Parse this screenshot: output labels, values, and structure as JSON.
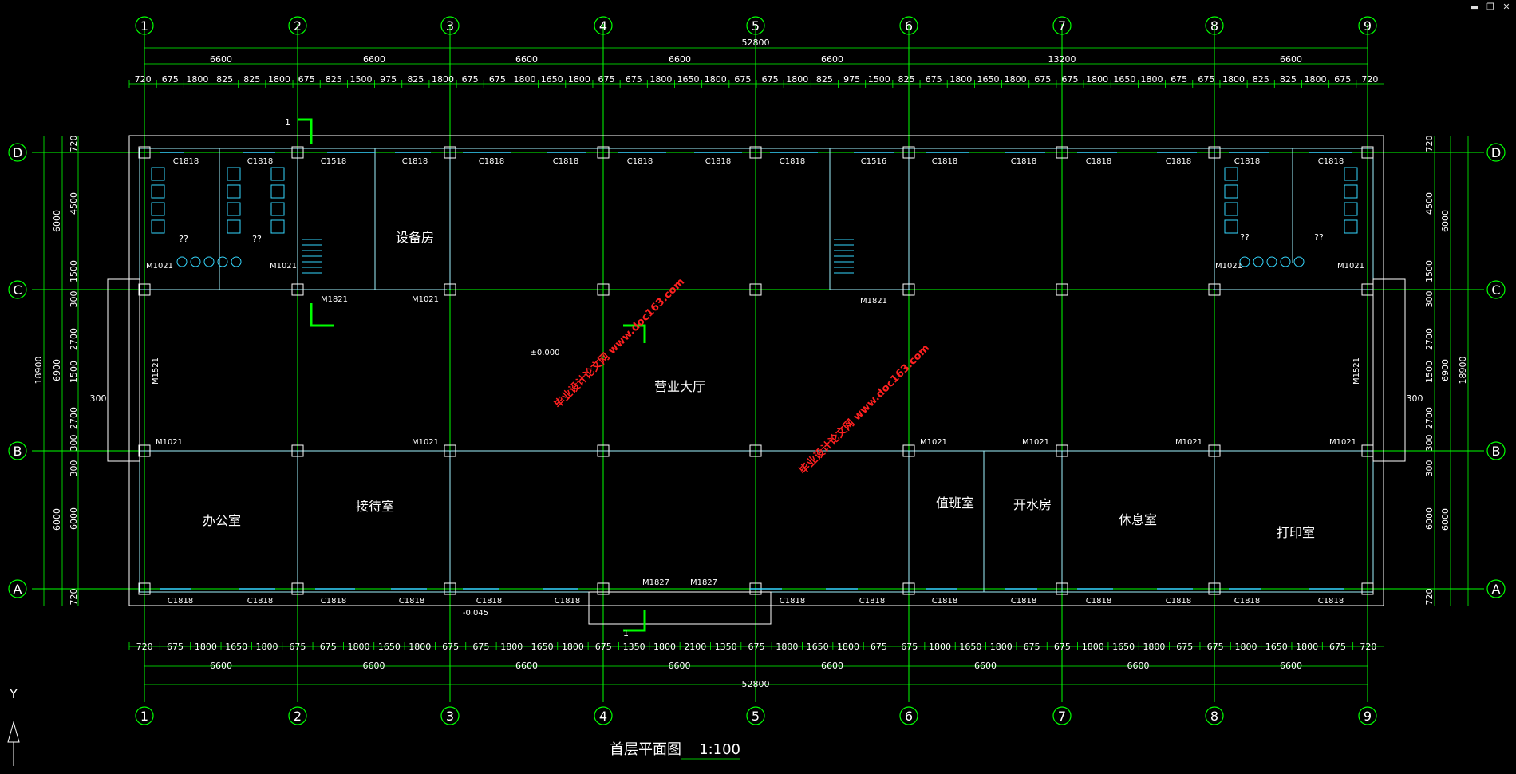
{
  "window_controls": {
    "minimize": "▬",
    "restore": "❐",
    "close": "✕"
  },
  "axes_x": [
    "1",
    "2",
    "3",
    "4",
    "5",
    "6",
    "7",
    "8",
    "9"
  ],
  "axes_y": [
    "D",
    "C",
    "B",
    "A"
  ],
  "dims": {
    "top_total": "52800",
    "top_bays": [
      "6600",
      "6600",
      "6600",
      "6600",
      "6600",
      "13200",
      "6600"
    ],
    "top_detail": [
      "720",
      "675",
      "1800",
      "825",
      "825",
      "1800",
      "675",
      "825",
      "1500",
      "975",
      "825",
      "1800",
      "675",
      "675",
      "1800",
      "1650",
      "1800",
      "675",
      "675",
      "1800",
      "1650",
      "1800",
      "675",
      "675",
      "1800",
      "825",
      "975",
      "1500",
      "825",
      "675",
      "1800",
      "1650",
      "1800",
      "675",
      "675",
      "1800",
      "1650",
      "1800",
      "675",
      "675",
      "1800",
      "825",
      "825",
      "1800",
      "675",
      "720"
    ],
    "bottom_detail": [
      "720",
      "675",
      "1800",
      "1650",
      "1800",
      "675",
      "675",
      "1800",
      "1650",
      "1800",
      "675",
      "675",
      "1800",
      "1650",
      "1800",
      "675",
      "1350",
      "1800",
      "2100",
      "1350",
      "675",
      "1800",
      "1650",
      "1800",
      "675",
      "675",
      "1800",
      "1650",
      "1800",
      "675",
      "675",
      "1800",
      "1650",
      "1800",
      "675",
      "675",
      "1800",
      "1650",
      "1800",
      "675",
      "720"
    ],
    "bottom_bays": [
      "6600",
      "6600",
      "6600",
      "6600",
      "6600",
      "6600",
      "6600",
      "6600"
    ],
    "bottom_total": "52800",
    "left_outer": [
      "6000",
      "6900",
      "6000"
    ],
    "left_total": "18900",
    "left_inner": [
      "720",
      "4500",
      "1500",
      "300",
      "2700",
      "1500",
      "2700",
      "300",
      "300",
      "6000",
      "720"
    ],
    "right_outer": [
      "6000",
      "6900",
      "6000"
    ],
    "right_total": "18900",
    "right_inner": [
      "720",
      "4500",
      "1500",
      "300",
      "2700",
      "1500",
      "2700",
      "300",
      "300",
      "6000",
      "720"
    ],
    "side_300": "300"
  },
  "rooms": {
    "equipment": "设备房",
    "hall": "营业大厅",
    "office": "办公室",
    "reception": "接待室",
    "duty": "值班室",
    "water": "开水房",
    "rest": "休息室",
    "print": "打印室",
    "toilet_unk": "??"
  },
  "doors": {
    "m1021": "M1021",
    "m1821": "M1821",
    "m1521": "M1521",
    "m1827": "M1827"
  },
  "windows": {
    "c1818": "C1818",
    "c1518": "C1518",
    "c1516": "C1516"
  },
  "levels": {
    "floor": "±0.000",
    "outside": "-0.045"
  },
  "section_mark": "1",
  "watermark": "毕业设计论文网 www.doc163.com",
  "title": "首层平面图",
  "scale": "1:100",
  "ucs_label": "Y"
}
